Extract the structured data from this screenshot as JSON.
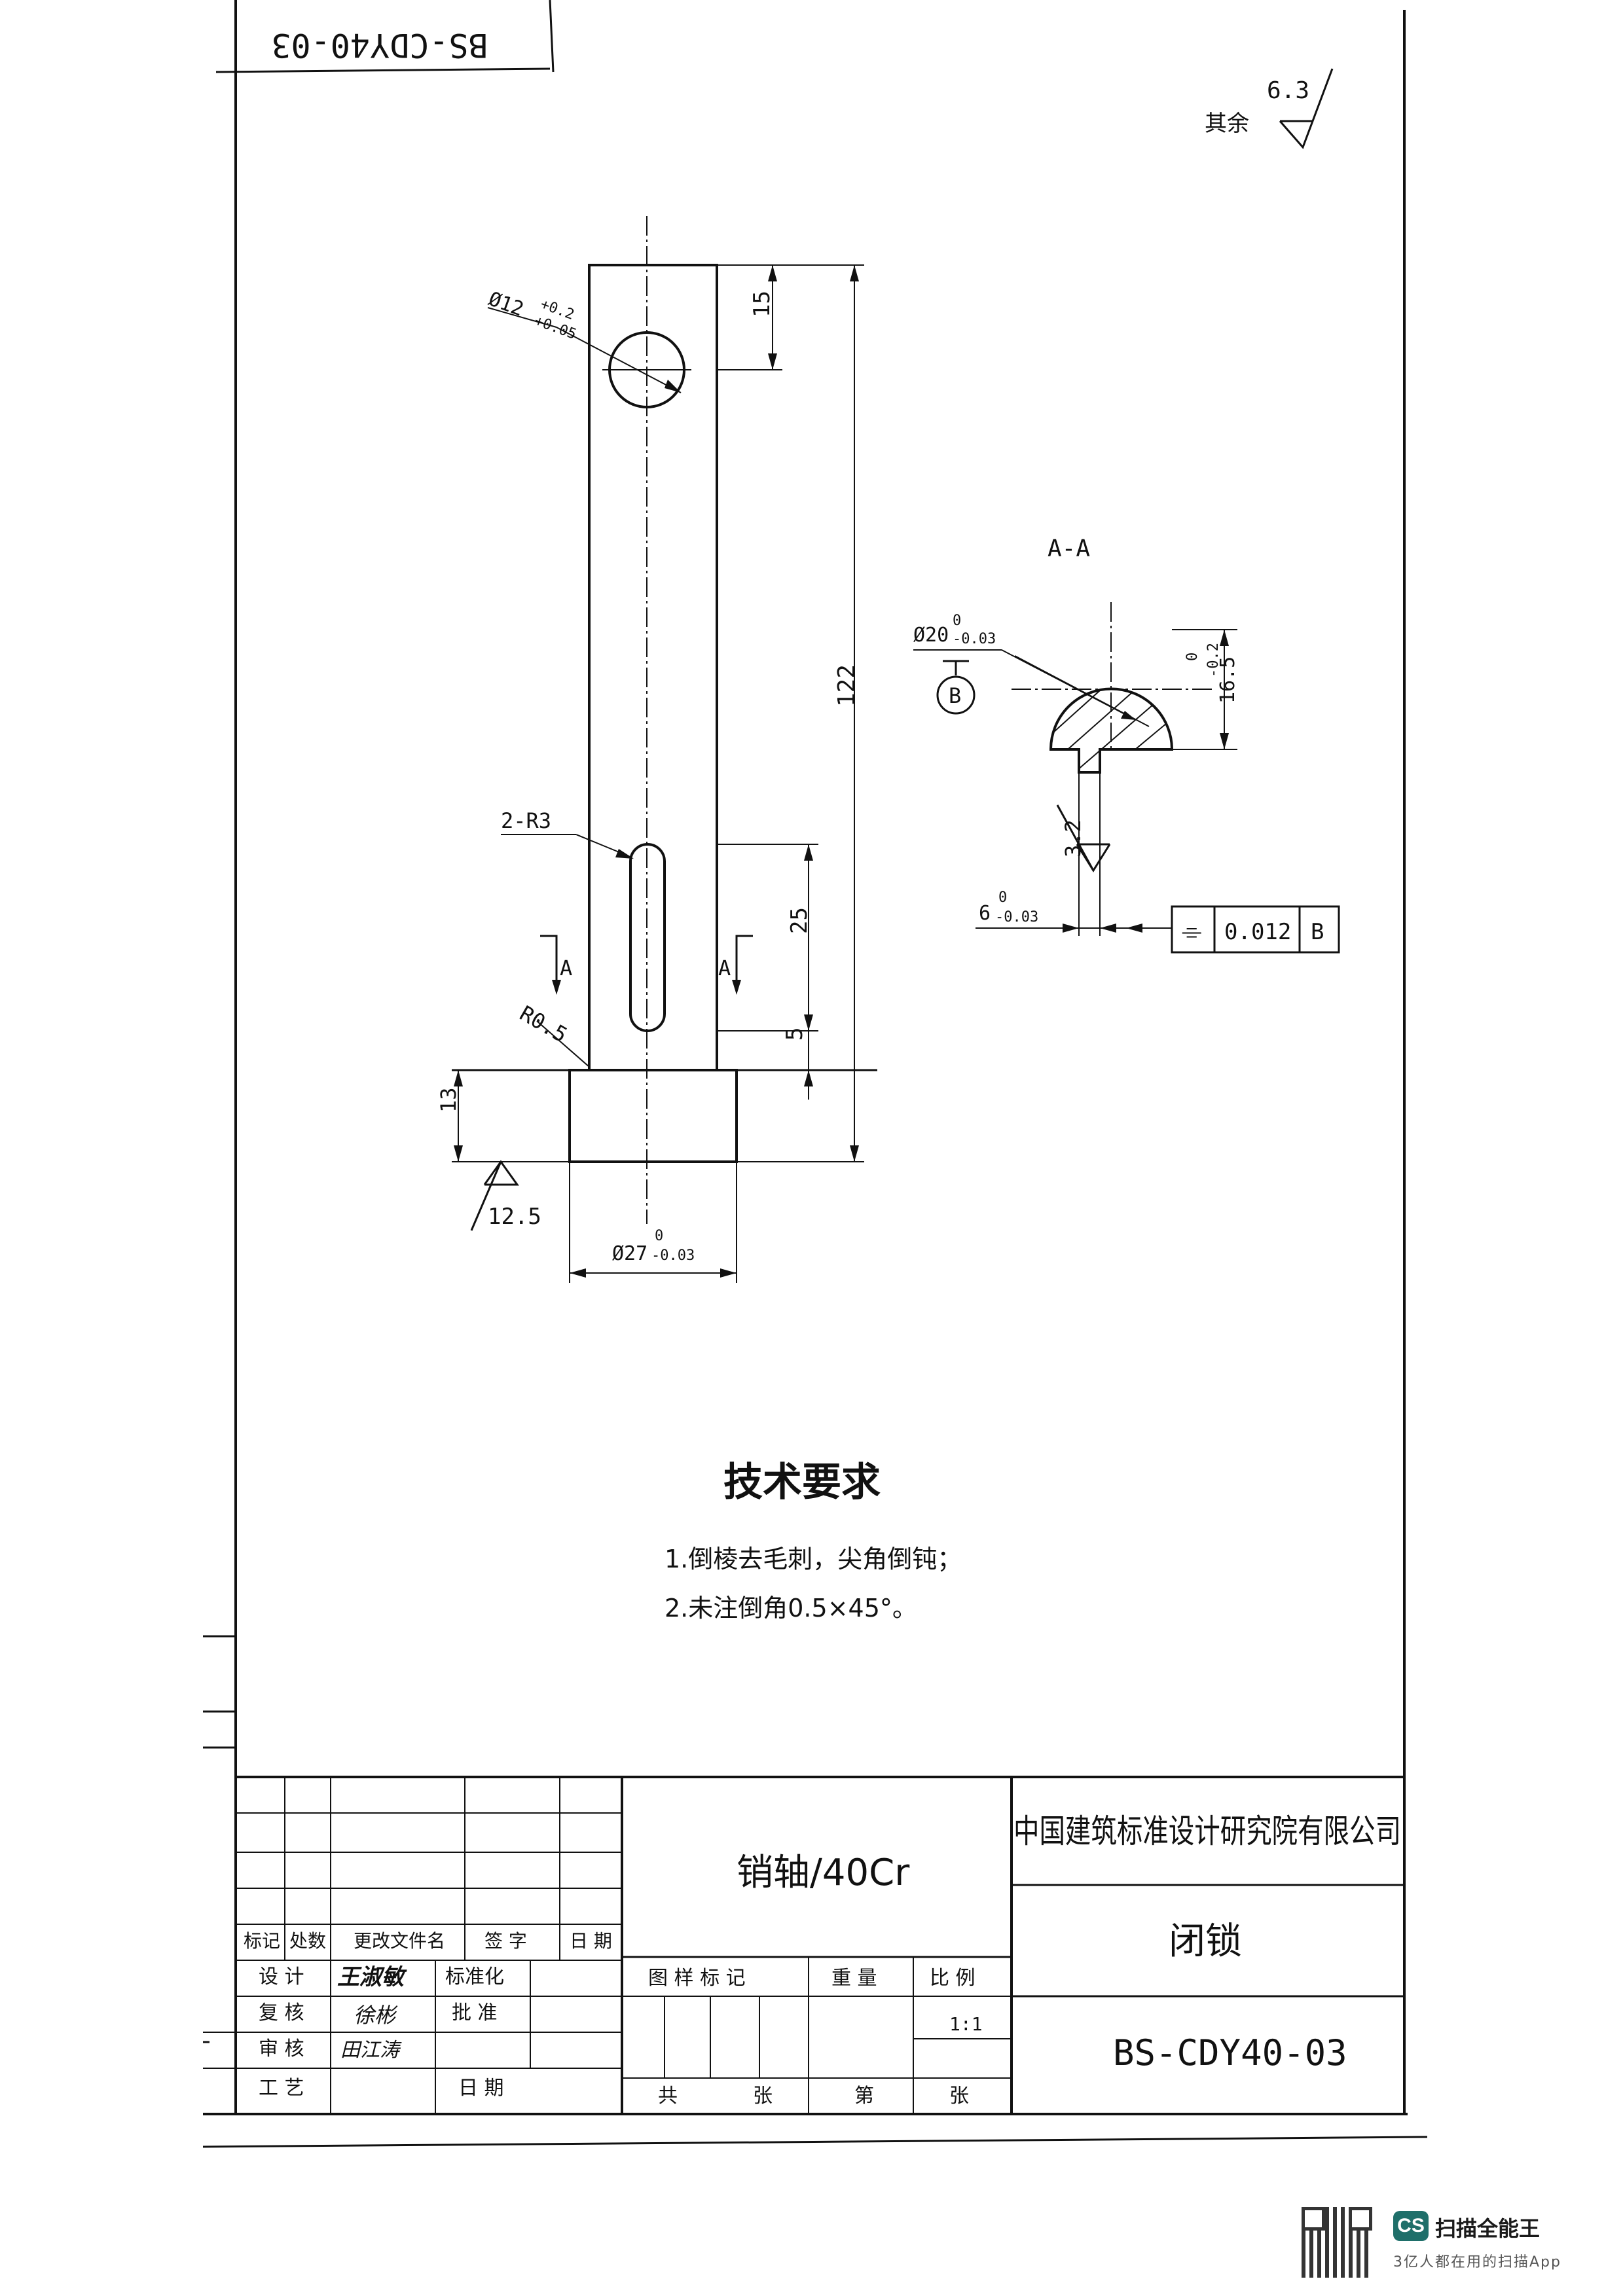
{
  "drawing_number_corner": "BS-CDY40-03",
  "roughness_general": {
    "prefix": "其余",
    "value": "6.3"
  },
  "dimensions": {
    "hole_dia": "Ø12",
    "hole_tol_upper": "+0.2",
    "hole_tol_lower": "+0.05",
    "hole_offset": "15",
    "total_length": "122",
    "slot_radius": "2-R3",
    "slot_length": "25",
    "slot_offset": "5",
    "fillet": "R0.5",
    "head_height": "13",
    "head_dia": "Ø27",
    "head_tol_upper": "0",
    "head_tol_lower": "-0.03",
    "head_roughness": "12.5"
  },
  "section": {
    "marker": "A",
    "title": "A-A",
    "shaft_dia": "Ø20",
    "shaft_tol_upper": "0",
    "shaft_tol_lower": "-0.03",
    "datum": "B",
    "flat_dim": "16.5",
    "flat_tol_upper": "0",
    "flat_tol_lower": "-0.2",
    "slot_roughness": "3.2",
    "slot_width": "6",
    "slot_width_tol_upper": "0",
    "slot_width_tol_lower": "-0.03",
    "symmetry_symbol": "⌯",
    "symmetry_tol": "0.012",
    "symmetry_datum": "B"
  },
  "tech_req": {
    "title": "技术要求",
    "items": [
      "1.倒棱去毛刺，尖角倒钝；",
      "2.未注倒角0.5×45°。"
    ]
  },
  "title_block": {
    "material": "销轴/40Cr",
    "company": "中国建筑标准设计研究院有限公司",
    "part_name": "闭锁",
    "drawing_no": "BS-CDY40-03",
    "rev_headers": [
      "标记",
      "处数",
      "更改文件名",
      "签 字",
      "日 期"
    ],
    "roles": [
      "设 计",
      "复 核",
      "审 核",
      "工 艺"
    ],
    "role_right": [
      "标准化",
      "批 准",
      "",
      "日 期"
    ],
    "signatures": [
      "王淑敏",
      "徐彬",
      "田江涛"
    ],
    "sheet_headers": [
      "图 样 标 记",
      "重 量",
      "比 例"
    ],
    "scale": "1:1",
    "sheet_footer": [
      "共",
      "张",
      "第",
      "张"
    ]
  },
  "footer": {
    "app_badge": "CS",
    "app_name": "扫描全能王",
    "app_tagline": "3亿人都在用的扫描App"
  }
}
